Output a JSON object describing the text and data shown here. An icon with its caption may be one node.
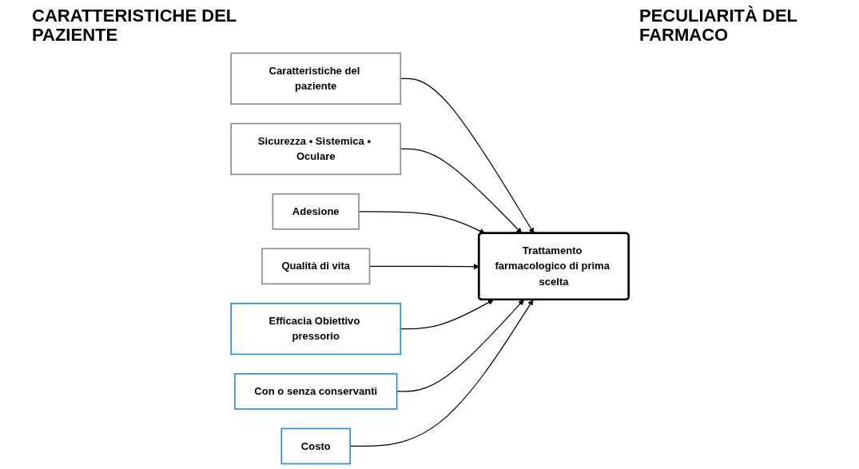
{
  "diagram": {
    "nodes": [
      {
        "text": [
          "Caratteristiche del paziente"
        ]
      },
      {
        "text": [
          "Sicurezza • Sistemica • Oculare"
        ]
      },
      {
        "text": [
          "Adesione"
        ]
      },
      {
        "text": [
          "Qualità di vita"
        ]
      },
      {
        "text": [
          "Trattamento farmacologico di prima scelta"
        ]
      },
      {
        "text": [
          "Efficacia Obiettivo pressorio"
        ]
      },
      {
        "text": [
          "Con o senza conservanti"
        ]
      },
      {
        "text": [
          "Costo"
        ]
      }
    ],
    "edges": [
      {
        "from": 0,
        "to": 4,
        "arrow": "to"
      },
      {
        "from": 1,
        "to": 4,
        "arrow": "to"
      },
      {
        "from": 2,
        "to": 4,
        "arrow": "to"
      },
      {
        "from": 3,
        "to": 4,
        "arrow": "to"
      },
      {
        "from": 5,
        "to": 4,
        "arrow": "to"
      },
      {
        "from": 6,
        "to": 4,
        "arrow": "to"
      },
      {
        "from": 7,
        "to": 4,
        "arrow": "to"
      }
    ],
    "labels": [
      "CARATTERISTICHE DEL PAZIENTE",
      "PECULIARITÀ DEL FARMACO"
    ]
  }
}
